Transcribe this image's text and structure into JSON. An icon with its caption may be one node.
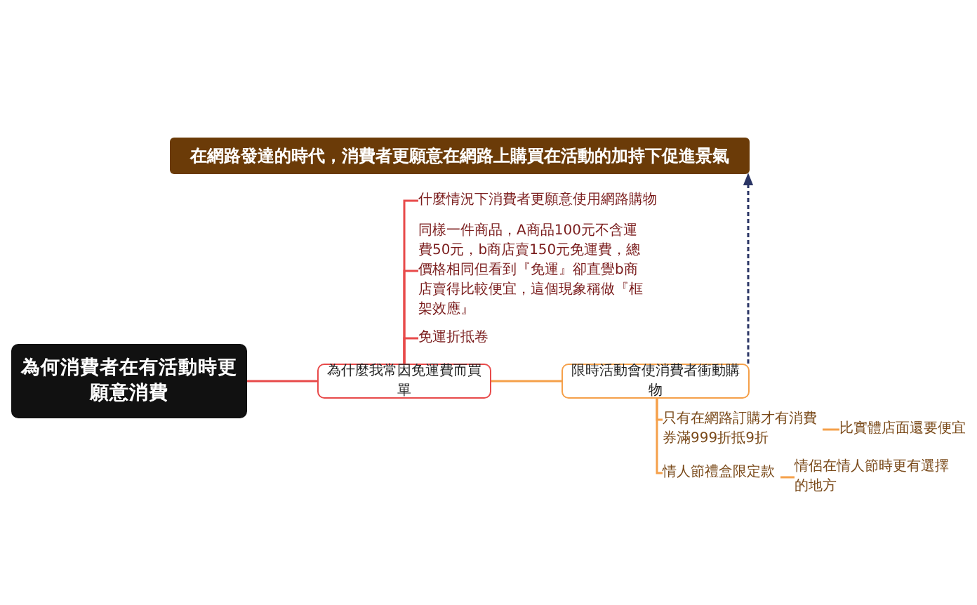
{
  "diagram": {
    "nodes": [
      {
        "text": [
          "為何消費者在有活動時更願意消費"
        ]
      },
      {
        "text": [
          "為什麼我常因免運費而買單"
        ]
      },
      {
        "text": [
          "限時活動會使消費者衝動購物"
        ]
      },
      {
        "text": [
          "在網路發達的時代，消費者更願意在網路上購買在活動的加持下促進景氣"
        ]
      },
      {
        "text": [
          "什麼情況下消費者更願意使用網路購物"
        ]
      },
      {
        "text": [
          "同樣一件商品，A商品100元不含運費50元，b商店賣150元免運費，總價格相同但看到『免運』卻直覺b商店賣得比較便宜，這個現象稱做『框架效應』"
        ]
      },
      {
        "text": [
          "免運折抵卷"
        ]
      },
      {
        "text": [
          "只有在網路訂購才有消費券滿999折抵9折"
        ]
      },
      {
        "text": [
          "比實體店面還要便宜"
        ]
      },
      {
        "text": [
          "情人節禮盒限定款"
        ]
      },
      {
        "text": [
          "情侶在情人節時更有選擇的地方"
        ]
      }
    ],
    "edges": [
      {
        "from": 0,
        "to": 1,
        "arrow": "none",
        "color": "#e84a4a"
      },
      {
        "from": 1,
        "to": 2,
        "arrow": "none"
      },
      {
        "from": 1,
        "to": 4,
        "arrow": "none",
        "color": "#e84a4a"
      },
      {
        "from": 1,
        "to": 5,
        "arrow": "none",
        "color": "#e84a4a"
      },
      {
        "from": 1,
        "to": 6,
        "arrow": "none",
        "color": "#e84a4a"
      },
      {
        "from": 2,
        "to": 7,
        "arrow": "none"
      },
      {
        "from": 2,
        "to": 9,
        "arrow": "none"
      },
      {
        "from": 7,
        "to": 8,
        "arrow": "none"
      },
      {
        "from": 9,
        "to": 10,
        "arrow": "none"
      },
      {
        "from": 2,
        "to": 3,
        "arrow": "to",
        "style": "dashed",
        "color": "#2a3565"
      }
    ]
  }
}
